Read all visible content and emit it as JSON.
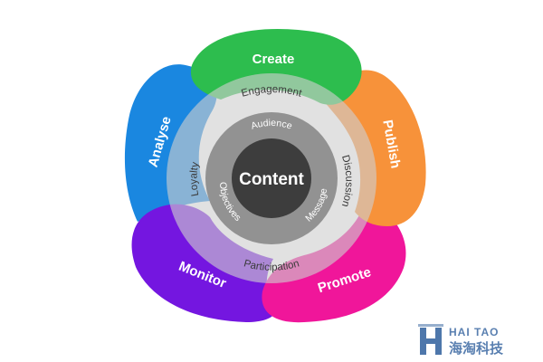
{
  "diagram": {
    "center": {
      "label": "Content",
      "color": "#3d3d3d"
    },
    "petals": [
      {
        "id": "create",
        "label": "Create",
        "color": "#2dbd4e"
      },
      {
        "id": "publish",
        "label": "Publish",
        "color": "#f7923a"
      },
      {
        "id": "promote",
        "label": "Promote",
        "color": "#f0169a"
      },
      {
        "id": "monitor",
        "label": "Monitor",
        "color": "#7416e0"
      },
      {
        "id": "analyse",
        "label": "Analyse",
        "color": "#1a87e0"
      }
    ],
    "middle_ring": {
      "color": "#cfcfcf",
      "labels": [
        "Engagement",
        "Discussion",
        "Participation",
        "Loyalty"
      ]
    },
    "inner_ring": {
      "color": "#8a8a8a",
      "labels": [
        "Audience",
        "Message",
        "Objectives"
      ]
    }
  },
  "watermark": {
    "latin": "HAI TAO",
    "chinese": "海淘科技",
    "logo_color": "#2f5f9c"
  }
}
